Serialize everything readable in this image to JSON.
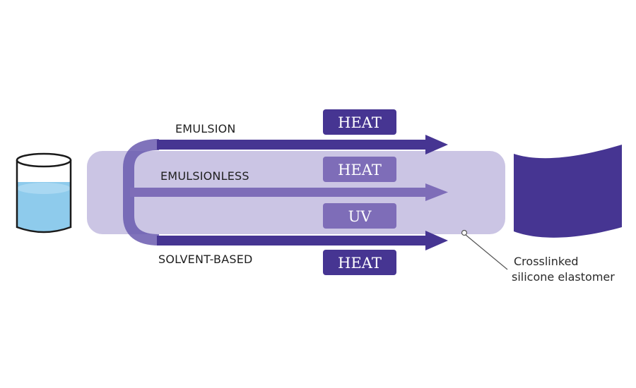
{
  "routes": {
    "emulsion": "EMULSION",
    "emulsionless": "EMULSIONLESS",
    "solvent_based": "SOLVENT-BASED"
  },
  "cure_boxes": {
    "heat_top": "HEAT",
    "heat_middle": "HEAT",
    "uv": "UV",
    "heat_bottom": "HEAT"
  },
  "callout": {
    "line1": "Crosslinked",
    "line2": "silicone elastomer"
  },
  "colors": {
    "dark_purple": "#463592",
    "mid_purple": "#7e6db8",
    "light_band": "#cbc5e4",
    "liquid": "#8ecbec"
  }
}
